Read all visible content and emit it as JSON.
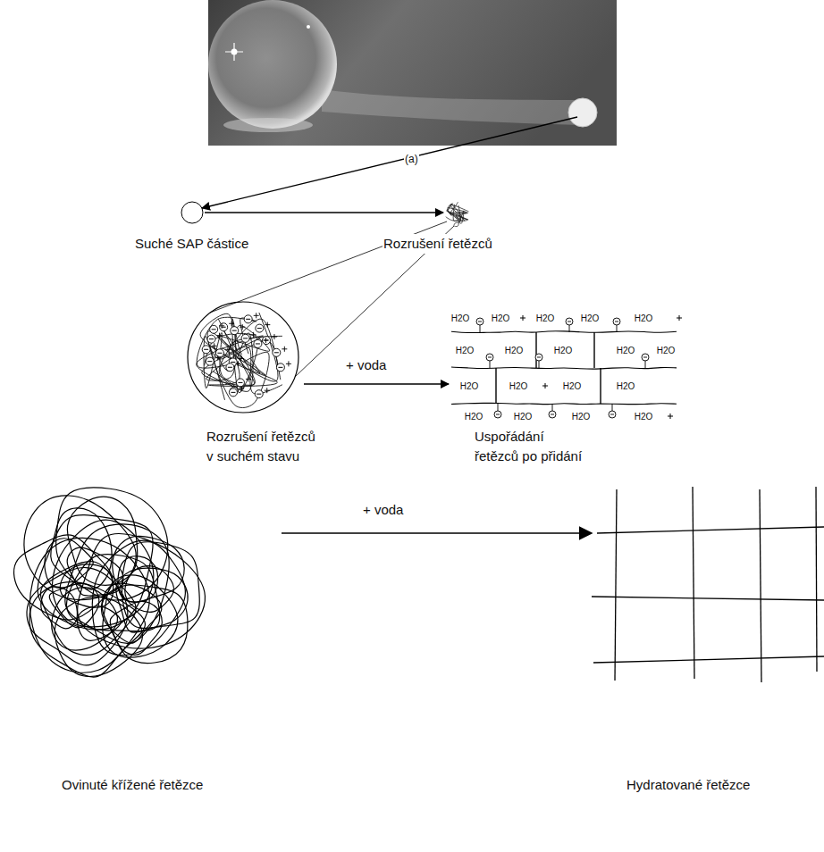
{
  "diagram": {
    "labels": [
      "(a)",
      "Suché SAP částice",
      "Rozrušení řetězců",
      "Rozrušení řetězců v suchém stavu",
      "+ voda",
      "Uspořádání řetězců po přidání",
      "H2O",
      "H2O",
      "H2O",
      "H2O",
      "H2O",
      "H2O",
      "H2O",
      "H2O",
      "H2O",
      "H2O",
      "H2O",
      "H2O",
      "H2O",
      "H2O",
      "H2O",
      "H2O",
      "H2O",
      "H2O",
      "+ voda",
      "Ovinuté křížené řetězce",
      "Hydratované řetězce"
    ]
  }
}
